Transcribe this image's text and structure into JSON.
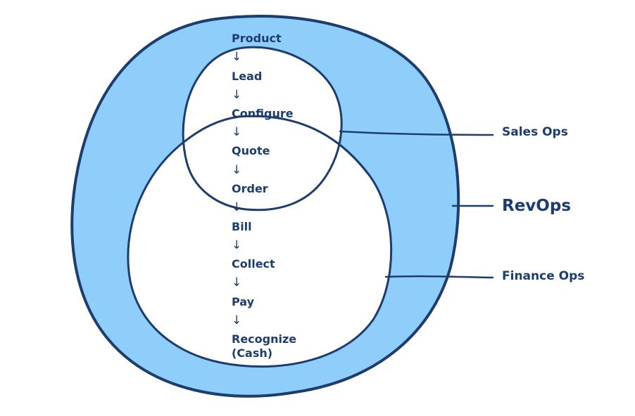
{
  "colors": {
    "outer_fill": "#8fcdfb",
    "inner_fill": "#ffffff",
    "stroke": "#1c3d6e",
    "text": "#1c3d6e"
  },
  "flow": {
    "steps": [
      "Product",
      "Lead",
      "Configure",
      "Quote",
      "Order",
      "Bill",
      "Collect",
      "Pay",
      "Recognize",
      "(Cash)"
    ],
    "arrow_glyph": "↓"
  },
  "labels": {
    "sales_ops": "Sales Ops",
    "revops": "RevOps",
    "finance_ops": "Finance Ops"
  }
}
